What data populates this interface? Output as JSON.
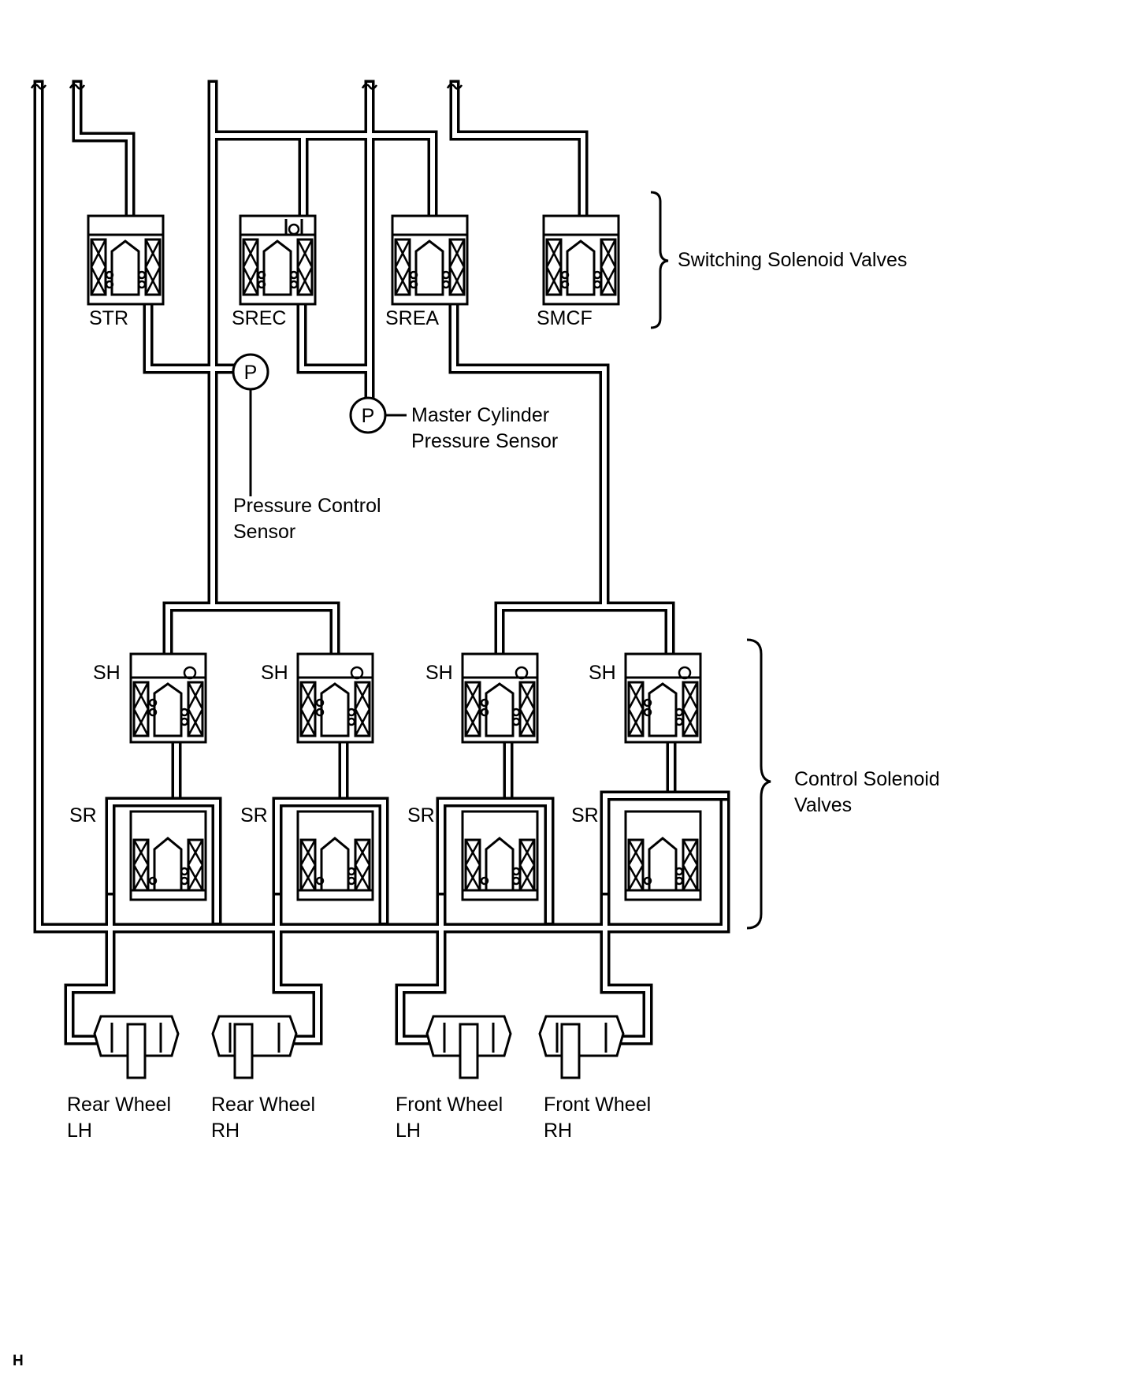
{
  "groups": {
    "switching": "Switching Solenoid Valves",
    "control_line1": "Control Solenoid",
    "control_line2": "Valves"
  },
  "switching_valves": [
    "STR",
    "SREC",
    "SREA",
    "SMCF"
  ],
  "sensors": {
    "sensor_symbol": "P",
    "master_line1": "Master Cylinder",
    "master_line2": "Pressure Sensor",
    "pressure_line1": "Pressure Control",
    "pressure_line2": "Sensor"
  },
  "control_valves": {
    "sh": [
      "SH",
      "SH",
      "SH",
      "SH"
    ],
    "sr": [
      "SR",
      "SR",
      "SR",
      "SR"
    ]
  },
  "wheels": [
    {
      "line1": "Rear Wheel",
      "line2": "LH"
    },
    {
      "line1": "Rear Wheel",
      "line2": "RH"
    },
    {
      "line1": "Front Wheel",
      "line2": "LH"
    },
    {
      "line1": "Front Wheel",
      "line2": "RH"
    }
  ],
  "corner_mark": "H"
}
